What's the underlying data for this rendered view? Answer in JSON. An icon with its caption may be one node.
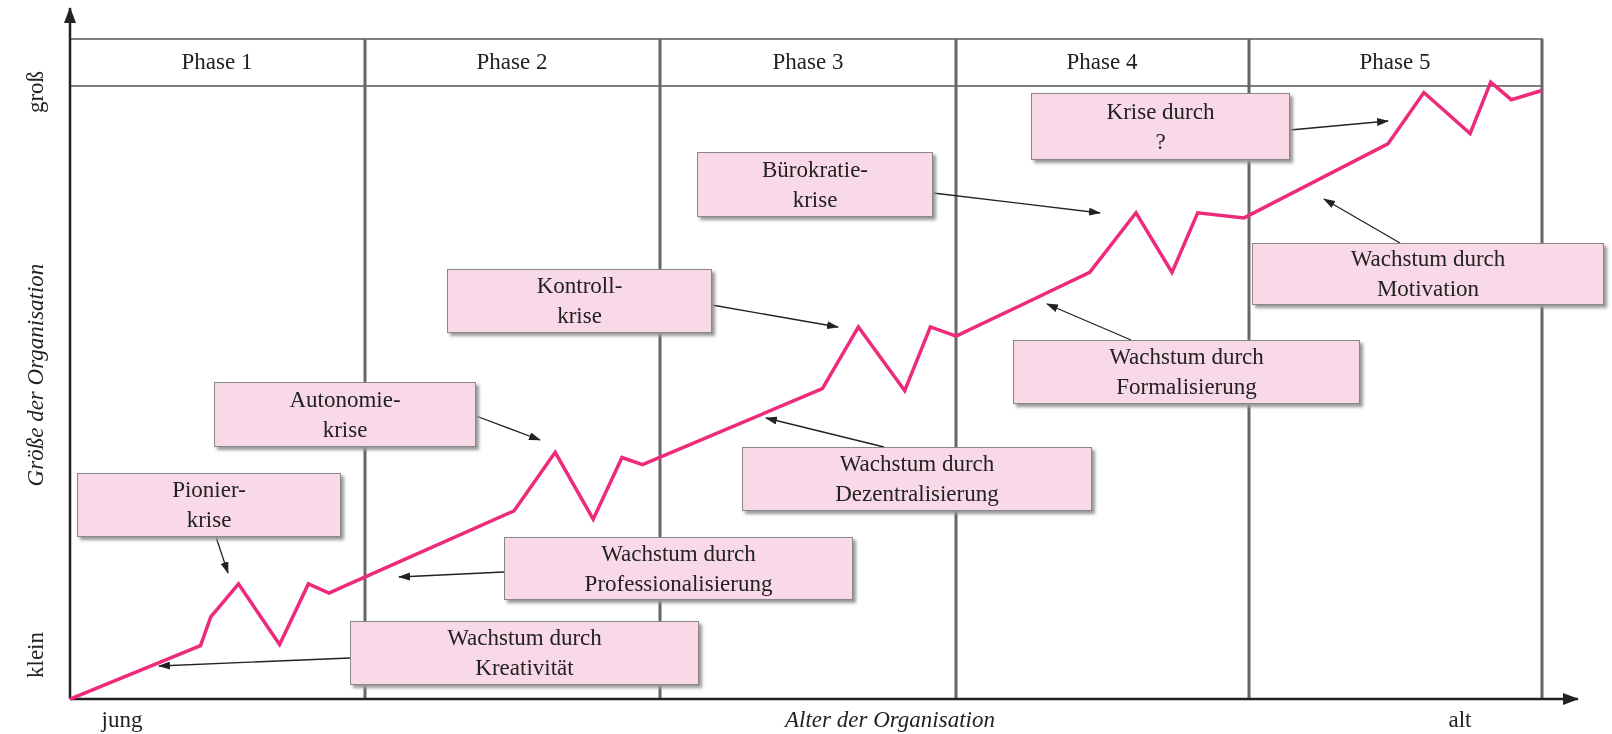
{
  "diagram": {
    "nodes": [
      {
        "text": [
          "Krise durch ?"
        ]
      },
      {
        "text": [
          "Bürokratie- krise"
        ]
      },
      {
        "text": [
          "Wachstum durch Motivation"
        ]
      },
      {
        "text": [
          "Kontroll- krise"
        ]
      },
      {
        "text": [
          "Wachstum durch Formalisierung"
        ]
      },
      {
        "text": [
          "Autonomie- krise"
        ]
      },
      {
        "text": [
          "Wachstum durch Dezentralisierung"
        ]
      },
      {
        "text": [
          "Pionier- krise"
        ]
      },
      {
        "text": [
          "Wachstum durch Professionalisierung"
        ]
      },
      {
        "text": [
          "Wachstum durch Kreativität"
        ]
      }
    ],
    "edges": [
      {
        "from": 0,
        "to": null,
        "arrow": "to"
      },
      {
        "from": 1,
        "to": null,
        "arrow": "to"
      },
      {
        "from": 2,
        "to": null,
        "arrow": "to"
      },
      {
        "from": 3,
        "to": null,
        "arrow": "to"
      },
      {
        "from": 4,
        "to": null,
        "arrow": "to"
      },
      {
        "from": 5,
        "to": null,
        "arrow": "to"
      },
      {
        "from": 6,
        "to": null,
        "arrow": "to"
      },
      {
        "from": 7,
        "to": null,
        "arrow": "to"
      },
      {
        "from": 8,
        "to": null,
        "arrow": "to"
      },
      {
        "from": 9,
        "to": null,
        "arrow": "to"
      }
    ],
    "labels": [
      "Phase 1",
      "Phase 2",
      "Phase 3",
      "Phase 4",
      "Phase 5",
      "groß",
      "Größe der Organisation",
      "klein",
      "jung",
      "Alter der Organisation",
      "alt"
    ]
  }
}
